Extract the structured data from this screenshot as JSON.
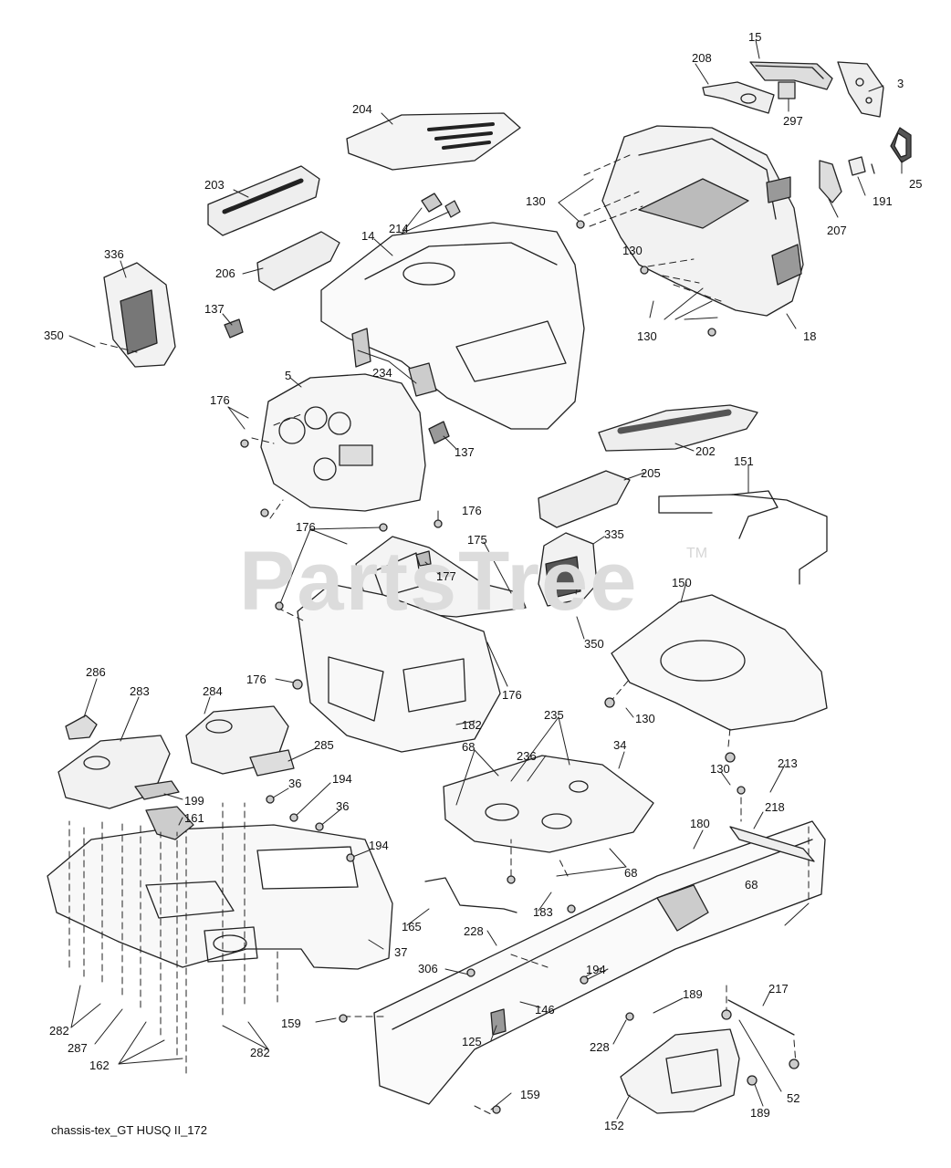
{
  "watermark": "PartsTree",
  "trademark": "TM",
  "caption": "chassis-tex_GT HUSQ II_172",
  "callouts": [
    "15",
    "208",
    "3",
    "297",
    "204",
    "25",
    "130",
    "191",
    "207",
    "203",
    "214",
    "14",
    "336",
    "206",
    "130",
    "130",
    "18",
    "350",
    "137",
    "234",
    "5",
    "176",
    "137",
    "202",
    "176",
    "205",
    "151",
    "176",
    "175",
    "335",
    "177",
    "150",
    "350",
    "176",
    "176",
    "286",
    "283",
    "284",
    "182",
    "130",
    "235",
    "68",
    "236",
    "34",
    "285",
    "36",
    "194",
    "36",
    "199",
    "161",
    "213",
    "130",
    "218",
    "194",
    "180",
    "68",
    "165",
    "183",
    "68",
    "228",
    "37",
    "306",
    "194",
    "217",
    "146",
    "189",
    "282",
    "287",
    "159",
    "125",
    "228",
    "162",
    "282",
    "52",
    "189",
    "159",
    "152"
  ]
}
